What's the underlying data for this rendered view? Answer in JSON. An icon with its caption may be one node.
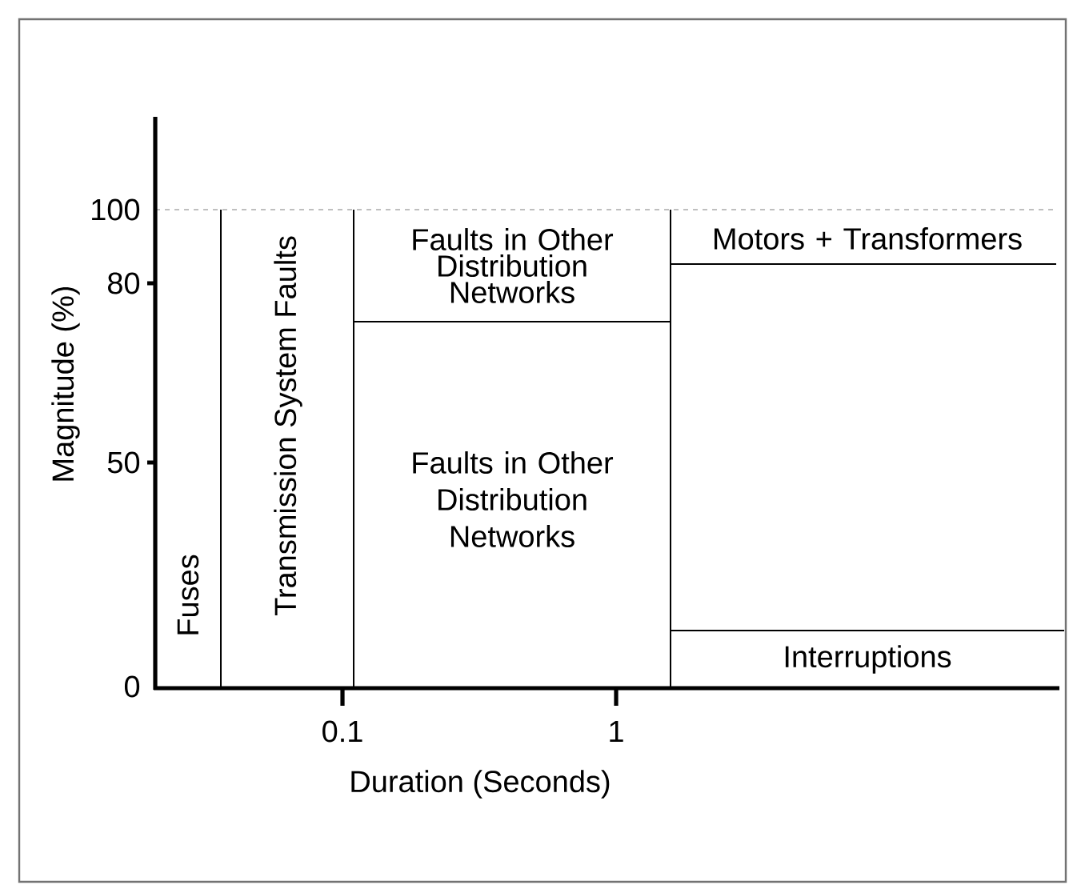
{
  "diagram": {
    "nodes": [
      {
        "text": [
          "Fuses"
        ]
      },
      {
        "text": [
          "Transmission System Faults"
        ]
      },
      {
        "text": [
          "Faults in Other Distribution Networks"
        ]
      },
      {
        "text": [
          "Faults in Other Distribution Networks"
        ]
      },
      {
        "text": [
          "Motors + Transformers"
        ]
      },
      {
        "text": [
          "Interruptions"
        ]
      }
    ],
    "labels": [
      "100",
      "80",
      "50",
      "0",
      "Magnitude (%)",
      "0.1",
      "1",
      "Duration (Seconds)"
    ]
  }
}
